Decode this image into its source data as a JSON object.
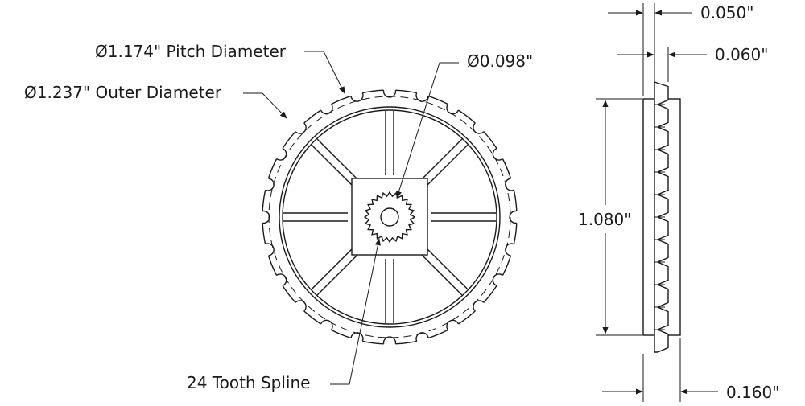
{
  "labels": {
    "pitch_diameter": "Ø1.174\" Pitch Diameter",
    "outer_diameter": "Ø1.237\" Outer Diameter",
    "bore": "Ø0.098\"",
    "spline": "24 Tooth Spline",
    "dim_top1": "0.050\"",
    "dim_top2": "0.060\"",
    "dim_height": "1.080\"",
    "dim_bottom": "0.160\""
  },
  "gear": {
    "teeth": 24,
    "spokes": 8,
    "spline_teeth": 24
  }
}
